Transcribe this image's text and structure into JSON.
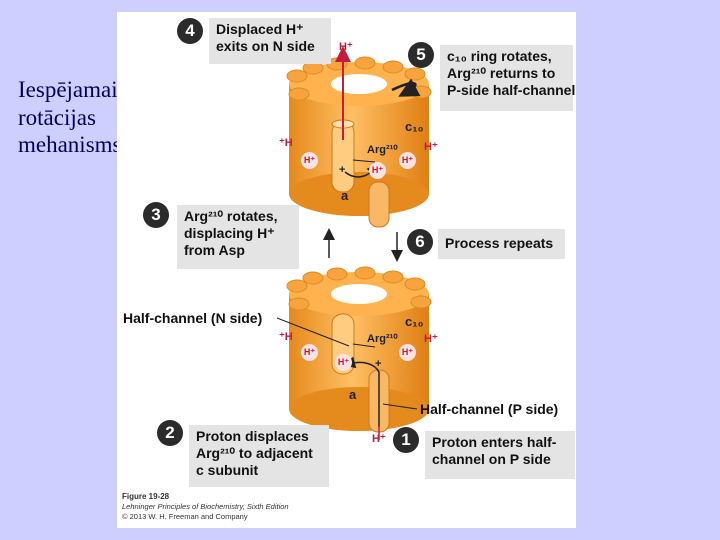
{
  "slide": {
    "title_lines": [
      "Iespējamais",
      "rotācijas",
      "mehanisms"
    ]
  },
  "figure": {
    "steps": [
      {
        "number": "1",
        "lines": [
          "Proton enters half-",
          "channel on P side"
        ]
      },
      {
        "number": "2",
        "lines": [
          "Proton displaces",
          "Arg²¹⁰ to adjacent",
          "c subunit"
        ]
      },
      {
        "number": "3",
        "lines": [
          "Arg²¹⁰ rotates,",
          "displacing H⁺",
          "from Asp"
        ]
      },
      {
        "number": "4",
        "lines": [
          "Displaced H⁺",
          "exits on N side"
        ]
      },
      {
        "number": "5",
        "lines": [
          "c₁₀ ring rotates,",
          "Arg²¹⁰ returns to",
          "P-side half-channel"
        ]
      },
      {
        "number": "6",
        "lines": [
          "Process repeats"
        ]
      }
    ],
    "labels": {
      "half_channel_n": "Half-channel (N side)",
      "half_channel_p": "Half-channel (P side)",
      "c10": "c₁₀",
      "arg210": "Arg²¹⁰",
      "a_subunit": "a",
      "h_plus": "H⁺",
      "h_plus_left": "⁺H",
      "plus": "+"
    },
    "caption": {
      "figure_number": "Figure 19-28",
      "book": "Lehninger Principles of Biochemistry, Sixth Edition",
      "copyright": "© 2013 W. H. Freeman and Company"
    }
  },
  "colors": {
    "ring_orange": "#f5a53b",
    "ring_dark": "#e08a1f",
    "proton_red": "#c41c3b",
    "box_gray": "#e4e4e4",
    "title_navy": "#00005e"
  }
}
